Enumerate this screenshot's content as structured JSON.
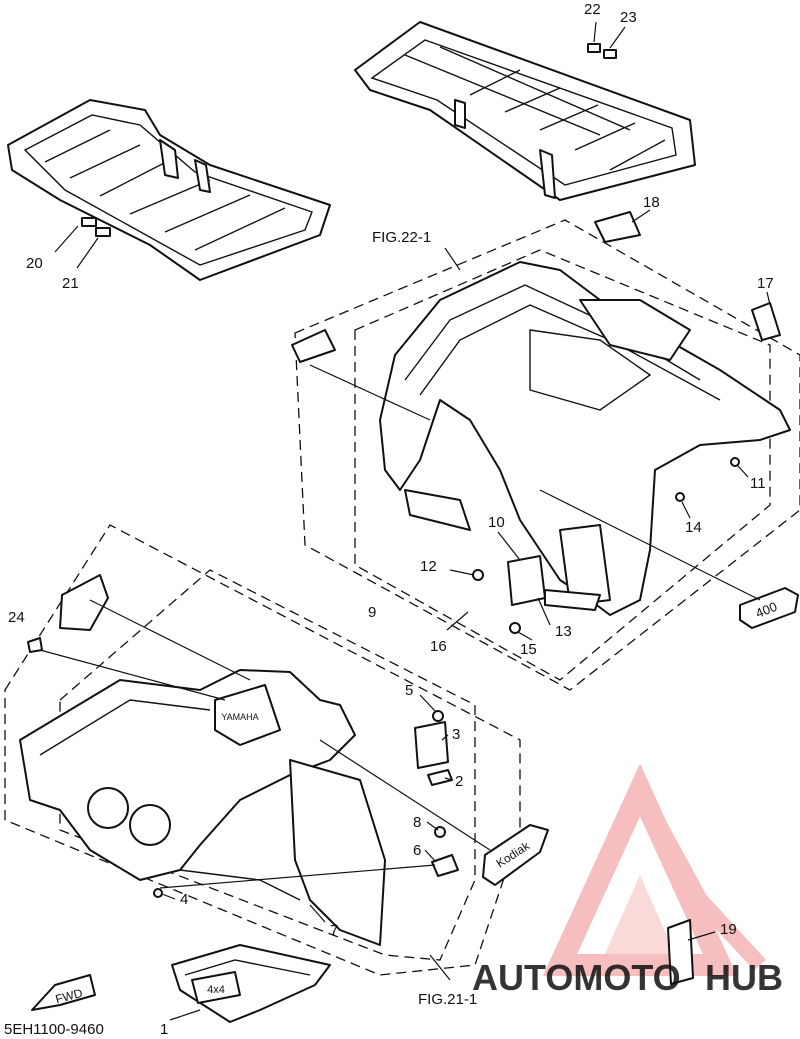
{
  "figure_refs": {
    "fig_22_1": "FIG.22-1",
    "fig_21_1": "FIG.21-1"
  },
  "part_code": "5EH1100-9460",
  "fwd_label": "FWD",
  "decals": {
    "emblem_400": "400",
    "emblem_kodiak": "Kodiak",
    "badge_4x4": "4x4",
    "tank_badge": "YAMAHA"
  },
  "callouts": {
    "c1": "1",
    "c2": "2",
    "c3": "3",
    "c4": "4",
    "c5": "5",
    "c6": "6",
    "c7": "7",
    "c8": "8",
    "c9": "9",
    "c10": "10",
    "c11": "11",
    "c12": "12",
    "c13": "13",
    "c14": "14",
    "c15": "15",
    "c16": "16",
    "c17": "17",
    "c18": "18",
    "c19": "19",
    "c20": "20",
    "c21": "21",
    "c22": "22",
    "c23": "23",
    "c24": "24"
  },
  "watermark": {
    "part_a": "AUTOMOTO",
    "part_b": "HUB",
    "color_a": "#f2b184",
    "color_b": "#6b6b6b",
    "logo_color": "#f08a8a"
  }
}
